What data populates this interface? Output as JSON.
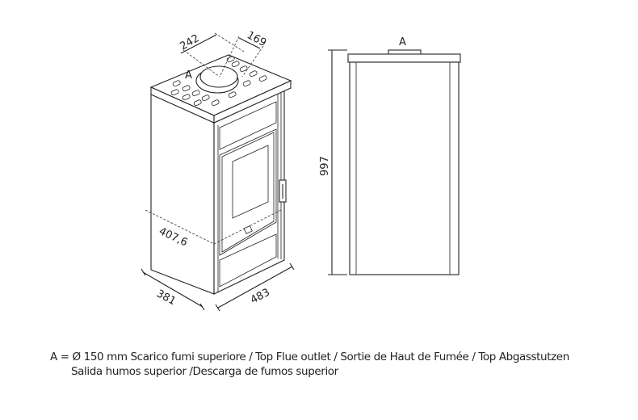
{
  "dimensions": {
    "flue_x": "242",
    "flue_y": "169",
    "depth_diagonal": "407,6",
    "depth": "381",
    "width": "483",
    "height": "997"
  },
  "labels": {
    "flue_marker_iso": "A",
    "flue_marker_side": "A"
  },
  "caption": {
    "line1": "A = Ø 150 mm  Scarico fumi superiore / Top Flue outlet / Sortie de Haut de Fumée / Top Abgasstutzen",
    "line2": "Salida humos superior /Descarga de fumos superior"
  }
}
